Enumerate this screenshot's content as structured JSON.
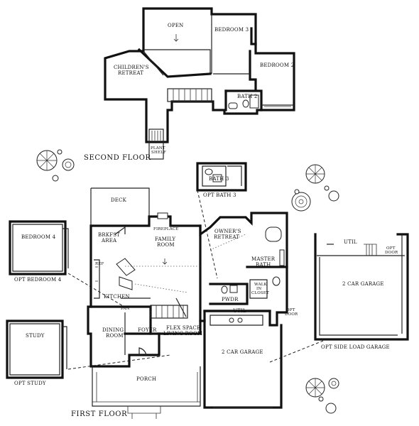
{
  "floors": {
    "second_floor_title": "SECOND FLOOR",
    "first_floor_title": "FIRST FLOOR"
  },
  "second_floor_rooms": {
    "open": "OPEN",
    "bedroom3": "BEDROOM 3",
    "bedroom2": "BEDROOM 2",
    "childrens_retreat_1": "CHILDREN'S",
    "childrens_retreat_2": "RETREAT",
    "bath2": "BATH 2",
    "plant_shelf_1": "PLANT",
    "plant_shelf_2": "SHELF"
  },
  "first_floor_rooms": {
    "deck": "DECK",
    "brkfst_1": "BRKFST",
    "brkfst_2": "AREA",
    "fireplace": "FIREPLACE",
    "family_1": "FAMILY",
    "family_2": "ROOM",
    "owners_1": "OWNER'S",
    "owners_2": "RETREAT",
    "master_bath_1": "MASTER",
    "master_bath_2": "BATH",
    "walk_in_1": "WALK",
    "walk_in_2": "IN",
    "walk_in_3": "CLOSET",
    "kitchen": "KITCHEN",
    "pan": "PAN",
    "ref": "REF",
    "pwdr": "PWDR",
    "util": "UTIL",
    "dining_1": "DINING",
    "dining_2": "ROOM",
    "foyer": "FOYER",
    "flex_1": "FLEX SPACE",
    "flex_2": "LIVING ROOM",
    "garage": "2 CAR GARAGE",
    "porch": "PORCH",
    "opt_door_1": "OPT",
    "opt_door_2": "DOOR"
  },
  "options": {
    "opt_bath3_label": "OPT BATH 3",
    "opt_bath3_room": "BATH 3",
    "opt_bedroom4_label": "OPT BEDROOM 4",
    "opt_bedroom4_room": "BEDROOM 4",
    "opt_study_label": "OPT STUDY",
    "opt_study_room": "STUDY",
    "opt_side_garage_label": "OPT SIDE LOAD GARAGE",
    "opt_side_garage_room": "2 CAR GARAGE",
    "opt_side_util": "UTIL",
    "opt_side_door_1": "OPT",
    "opt_side_door_2": "DOOR"
  }
}
